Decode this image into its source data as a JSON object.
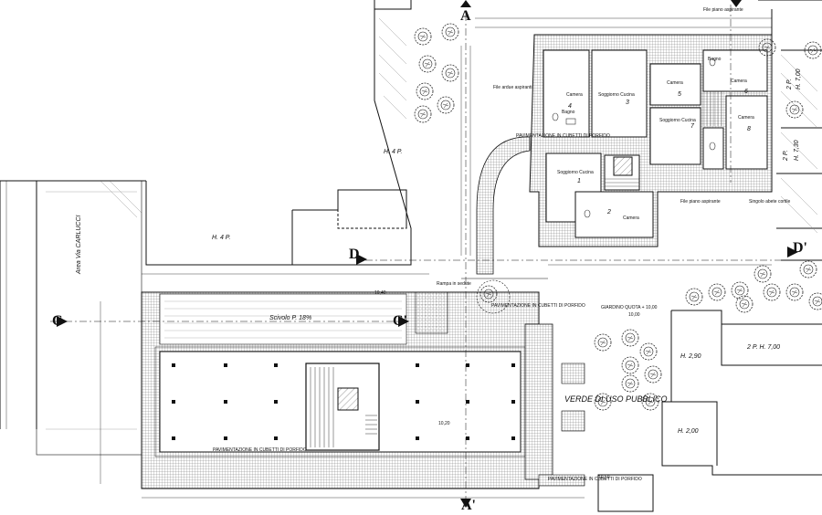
{
  "labels": {
    "street": "Area Via CARLUCCI",
    "bldg_h4p_top": "H. 4 P.",
    "bldg_h4p_mid": "H. 4 P.",
    "scala": "Scivolo P. 18%",
    "giardino": "GIARDINO QUOTA + 10,00",
    "verde": "VERDE DI USO PUBBLICO",
    "h290": "H. 2,90",
    "h200": "H. 2,00",
    "h2p_right": "2 P. H. 7,00",
    "h2p_top_a": "2 P.",
    "h2p_top_b": "H. 7,00",
    "h2p_mid_a": "2 P.",
    "h2p_mid_b": "H. 7,30",
    "pav_cubetti": "PAVIMENTAZIONE IN CUBETTI DI PORFIDO",
    "pav_cubetti2": "PAVIMENTAZIONE IN CUBETTI DI PORFIDO",
    "pav_cubetti3": "PAVIMENTAZIONE IN CUBETTI DI PORFIDO",
    "pav_cubetti4": "PAVIMENTAZIONE IN CUBETTI DI PORFIDO",
    "file_aspiranti": "File ardue aspiranti",
    "file_aspiranti2": "File piano aspirante",
    "file_aspiranti3": "File piano aspirante",
    "singolo_abete": "Singolo abete cortile",
    "rampa": "Rampa in sedute",
    "q1040": "10,40",
    "q1000": "10,00",
    "q1020": "10,20",
    "q1050": "10,50",
    "rooms": [
      {
        "name": "Camera",
        "n": "4"
      },
      {
        "name": "Soggiorno Cucina",
        "n": "3"
      },
      {
        "name": "Camera",
        "n": "5"
      },
      {
        "name": "Soggiorno Cucina",
        "n": "7"
      },
      {
        "name": "Camera",
        "n": "6"
      },
      {
        "name": "Camera",
        "n": "8"
      },
      {
        "name": "Soggiorno Cucina",
        "n": "1"
      },
      {
        "name": "Camera",
        "n": "2"
      },
      {
        "name": "Bagno",
        "n": ""
      },
      {
        "name": "Bagno",
        "n": ""
      }
    ]
  },
  "section_marks": [
    "A",
    "A'",
    "C",
    "C'",
    "D",
    "D'"
  ],
  "colors": {
    "ink": "#111111",
    "hatch": "#7a7a7a",
    "paving": "#b9b9b9",
    "tree": "#222222"
  }
}
